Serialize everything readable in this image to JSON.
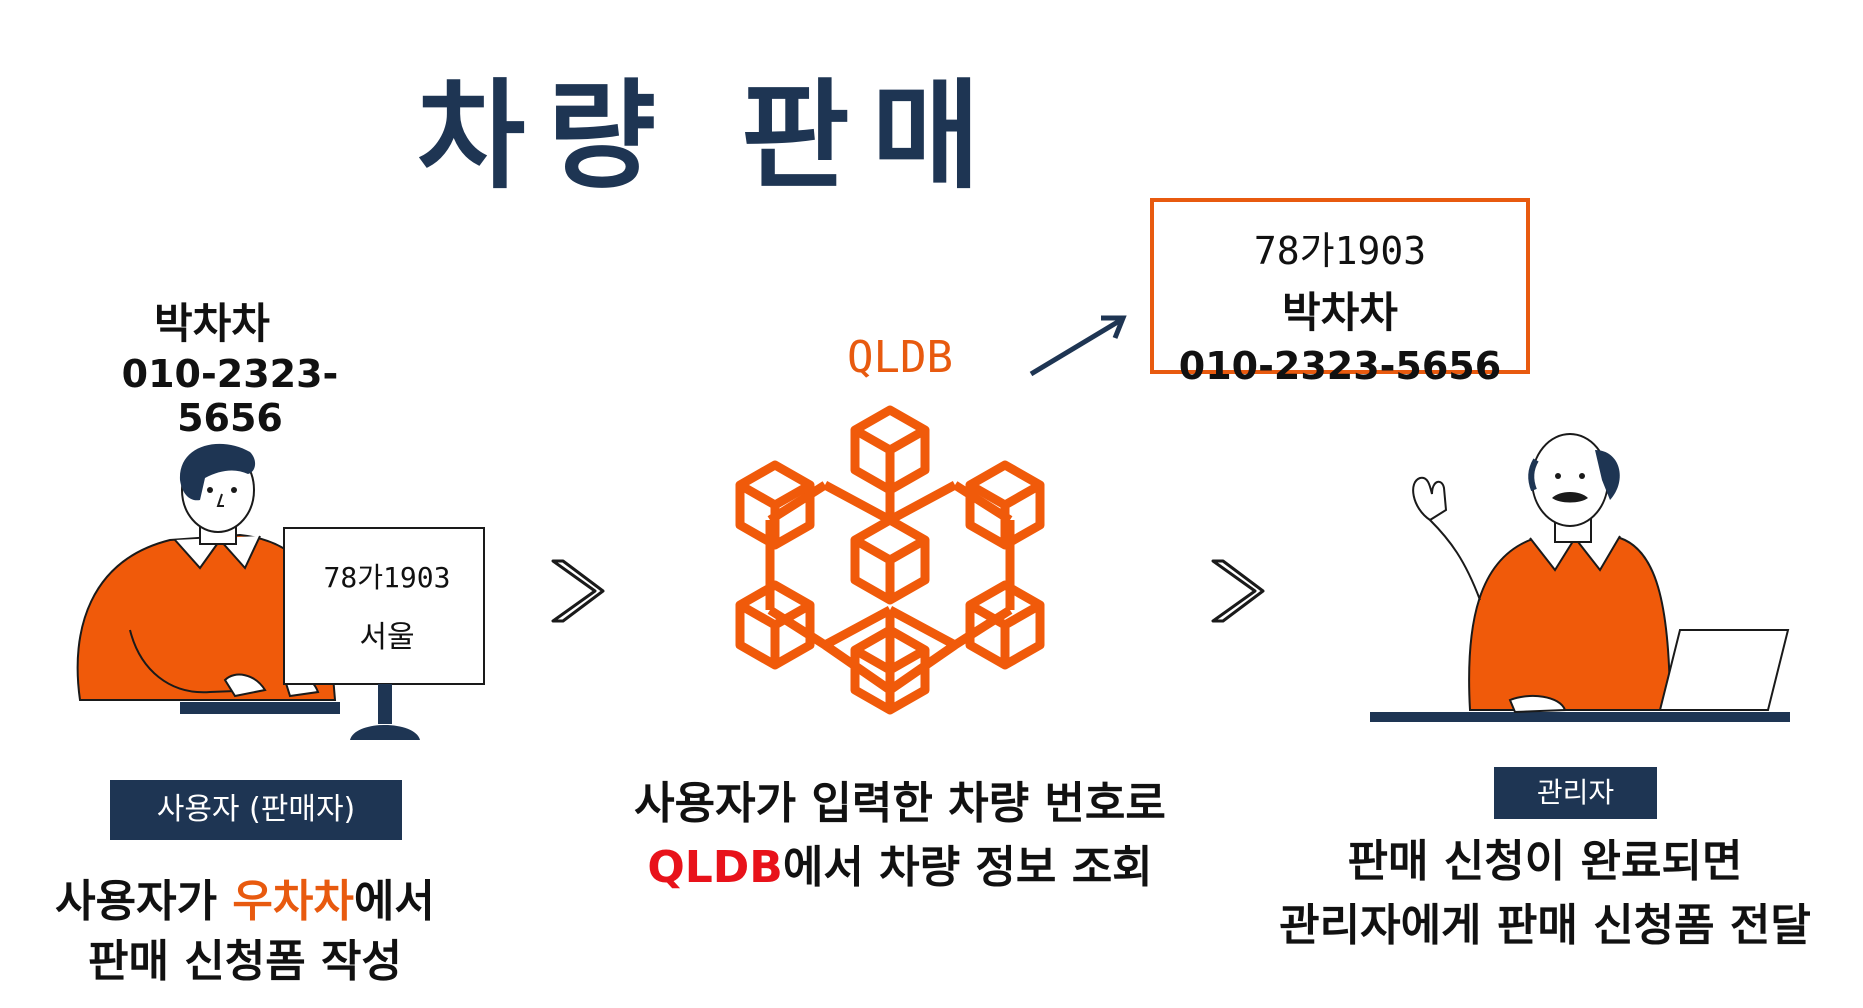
{
  "title": "차량 판매",
  "user": {
    "name": "박차차",
    "phone": "010-2323-5656",
    "monitor_plate": "78가1903",
    "monitor_city": "서울",
    "role_label": "사용자 (판매자)",
    "caption_line1_pre": "사용자가 ",
    "caption_line1_highlight": "우차차",
    "caption_line1_post": "에서",
    "caption_line2": "판매 신청폼 작성"
  },
  "qldb": {
    "label": "QLDB",
    "caption_line1": "사용자가 입력한 차량 번호로",
    "caption_line2_highlight": "QLDB",
    "caption_line2_post": "에서 차량 정보 조회"
  },
  "result_card": {
    "plate": "78가1903",
    "name": "박차차",
    "phone": "010-2323-5656"
  },
  "admin": {
    "role_label": "관리자",
    "caption_line1": "판매 신청이 완료되면",
    "caption_line2": "관리자에게 판매 신청폼 전달"
  },
  "colors": {
    "navy": "#1e3553",
    "orange": "#e85a0f",
    "red": "#e8121a"
  }
}
